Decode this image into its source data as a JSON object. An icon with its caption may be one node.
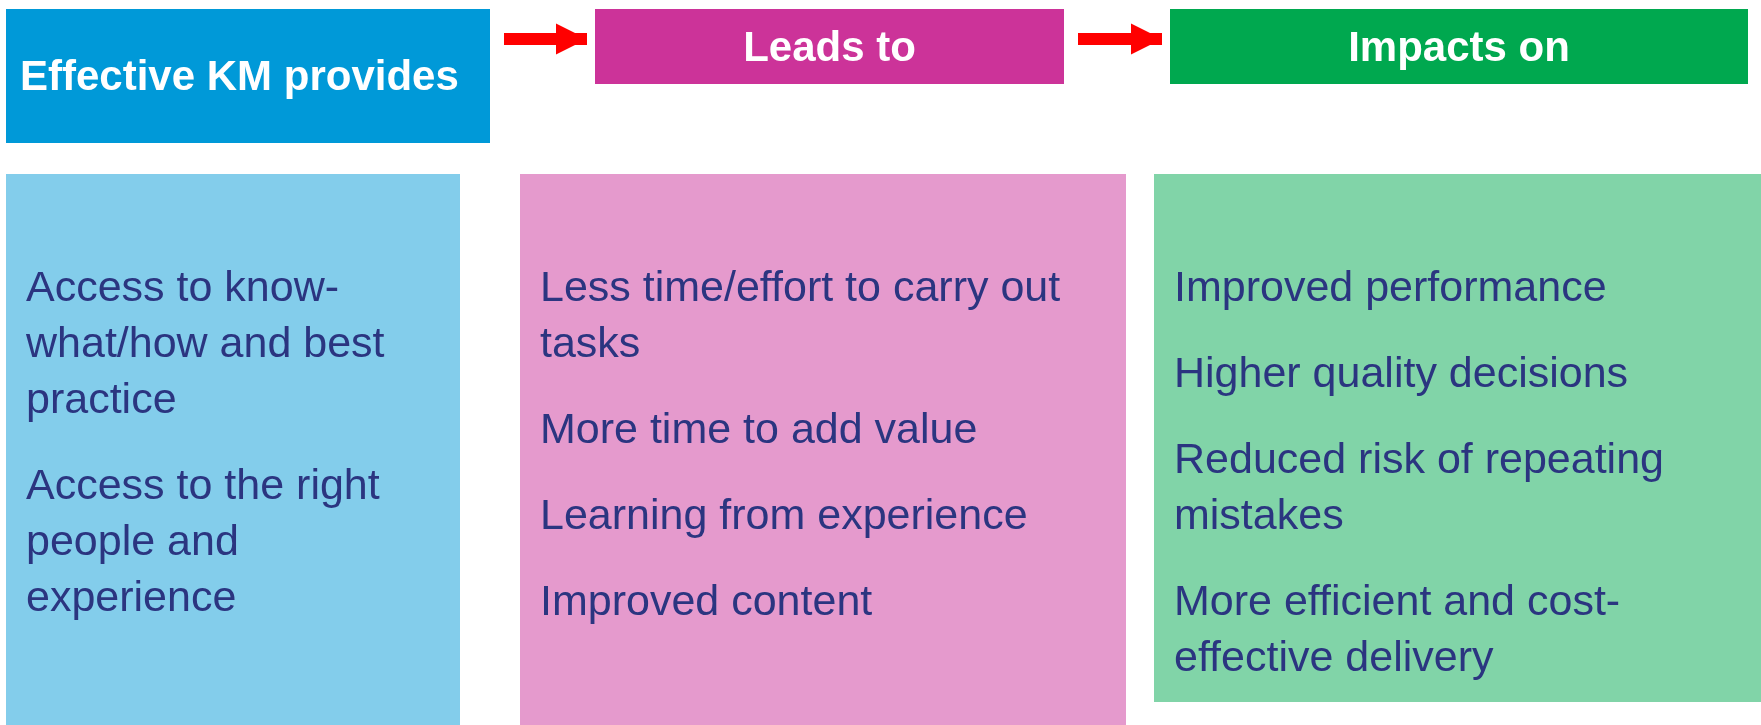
{
  "diagram": {
    "nodes": [
      {
        "text": [
          "Effective KM provides"
        ]
      },
      {
        "text": [
          "Leads to"
        ]
      },
      {
        "text": [
          "Impacts on"
        ]
      },
      {
        "text": [
          "Access to know-what/how and best practice",
          "Access to the right people and experience"
        ]
      },
      {
        "text": [
          "Less time/effort to carry out tasks",
          "More time to add value",
          "Learning from experience",
          "Improved content"
        ]
      },
      {
        "text": [
          "Improved performance",
          "Higher quality decisions",
          "Reduced risk of repeating mistakes",
          "More efficient and cost-effective delivery"
        ]
      }
    ],
    "edges": [
      {
        "from": 0,
        "to": 1,
        "arrow": "to"
      },
      {
        "from": 1,
        "to": 2,
        "arrow": "to"
      }
    ]
  }
}
